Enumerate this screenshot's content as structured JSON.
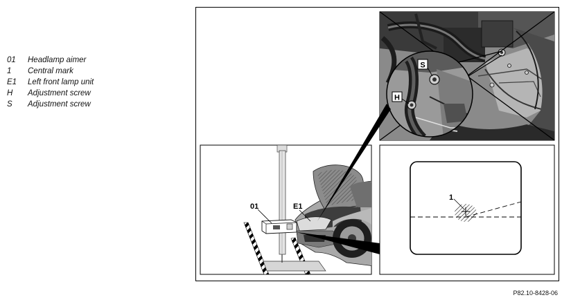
{
  "legend": [
    {
      "key": "01",
      "label": "Headlamp aimer"
    },
    {
      "key": "1",
      "label": "Central mark"
    },
    {
      "key": "E1",
      "label": "Left front lamp unit"
    },
    {
      "key": "H",
      "label": "Adjustment screw"
    },
    {
      "key": "S",
      "label": "Adjustment screw"
    }
  ],
  "figure": {
    "callout_01": "01",
    "callout_e1": "E1",
    "callout_1": "1",
    "callout_s": "S",
    "callout_h": "H",
    "figure_id": "P82.10-8428-06"
  },
  "colors": {
    "stroke": "#000000",
    "hood_shade": "#8e8e8e",
    "body_grey": "#a7a7a7",
    "engine_dark": "#2c2c2c",
    "engine_mid": "#6a6a6a",
    "engine_light": "#c9c9c9"
  }
}
